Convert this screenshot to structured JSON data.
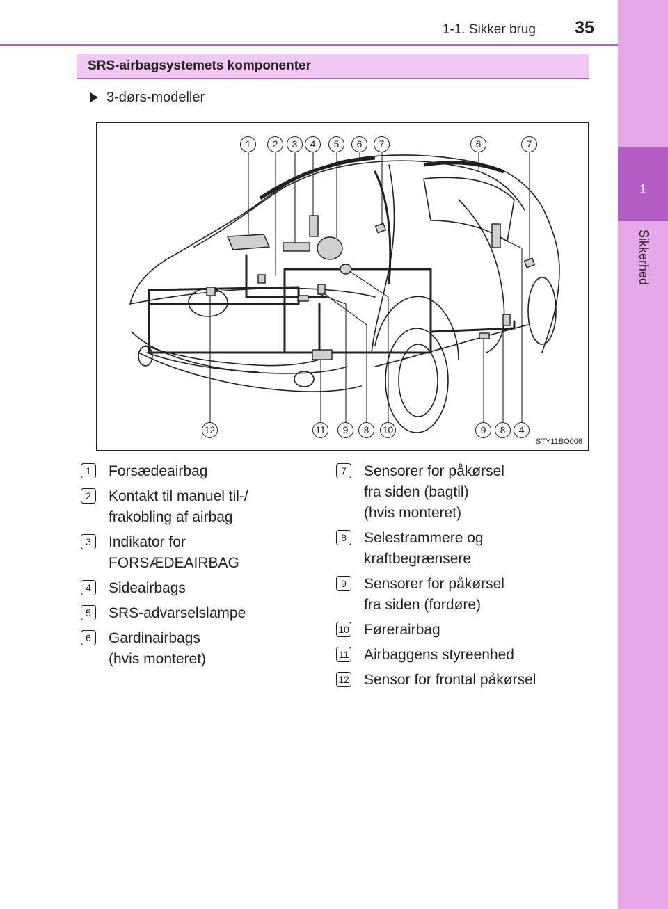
{
  "header": {
    "section": "1-1. Sikker brug",
    "page_number": "35"
  },
  "side_tab": {
    "chapter_number": "1",
    "chapter_name": "Sikkerhed"
  },
  "section_heading": "SRS-airbagsystemets komponenter",
  "sub_heading": "3-dørs-modeller",
  "figure": {
    "figure_id": "STY11BO006",
    "callouts_top": [
      "1",
      "2",
      "3",
      "4",
      "5",
      "6",
      "7",
      "6",
      "7"
    ],
    "callouts_bottom": [
      "12",
      "11",
      "9",
      "8",
      "10",
      "9",
      "8",
      "4"
    ]
  },
  "legend": [
    {
      "num": "1",
      "lines": [
        "Forsædeairbag"
      ]
    },
    {
      "num": "2",
      "lines": [
        "Kontakt til manuel til-/",
        "frakobling af airbag"
      ]
    },
    {
      "num": "3",
      "lines": [
        "Indikator for",
        "FORSÆDEAIRBAG"
      ]
    },
    {
      "num": "4",
      "lines": [
        "Sideairbags"
      ]
    },
    {
      "num": "5",
      "lines": [
        "SRS-advarselslampe"
      ]
    },
    {
      "num": "6",
      "lines": [
        "Gardinairbags",
        "(hvis monteret)"
      ]
    },
    {
      "num": "7",
      "lines": [
        "Sensorer for påkørsel",
        "fra siden (bagtil)",
        "(hvis monteret)"
      ]
    },
    {
      "num": "8",
      "lines": [
        "Selestrammere og",
        "kraftbegrænsere"
      ]
    },
    {
      "num": "9",
      "lines": [
        "Sensorer for påkørsel",
        "fra siden (fordøre)"
      ]
    },
    {
      "num": "10",
      "lines": [
        "Førerairbag"
      ]
    },
    {
      "num": "11",
      "lines": [
        "Airbaggens styreenhed"
      ]
    },
    {
      "num": "12",
      "lines": [
        "Sensor for frontal påkørsel"
      ]
    }
  ]
}
